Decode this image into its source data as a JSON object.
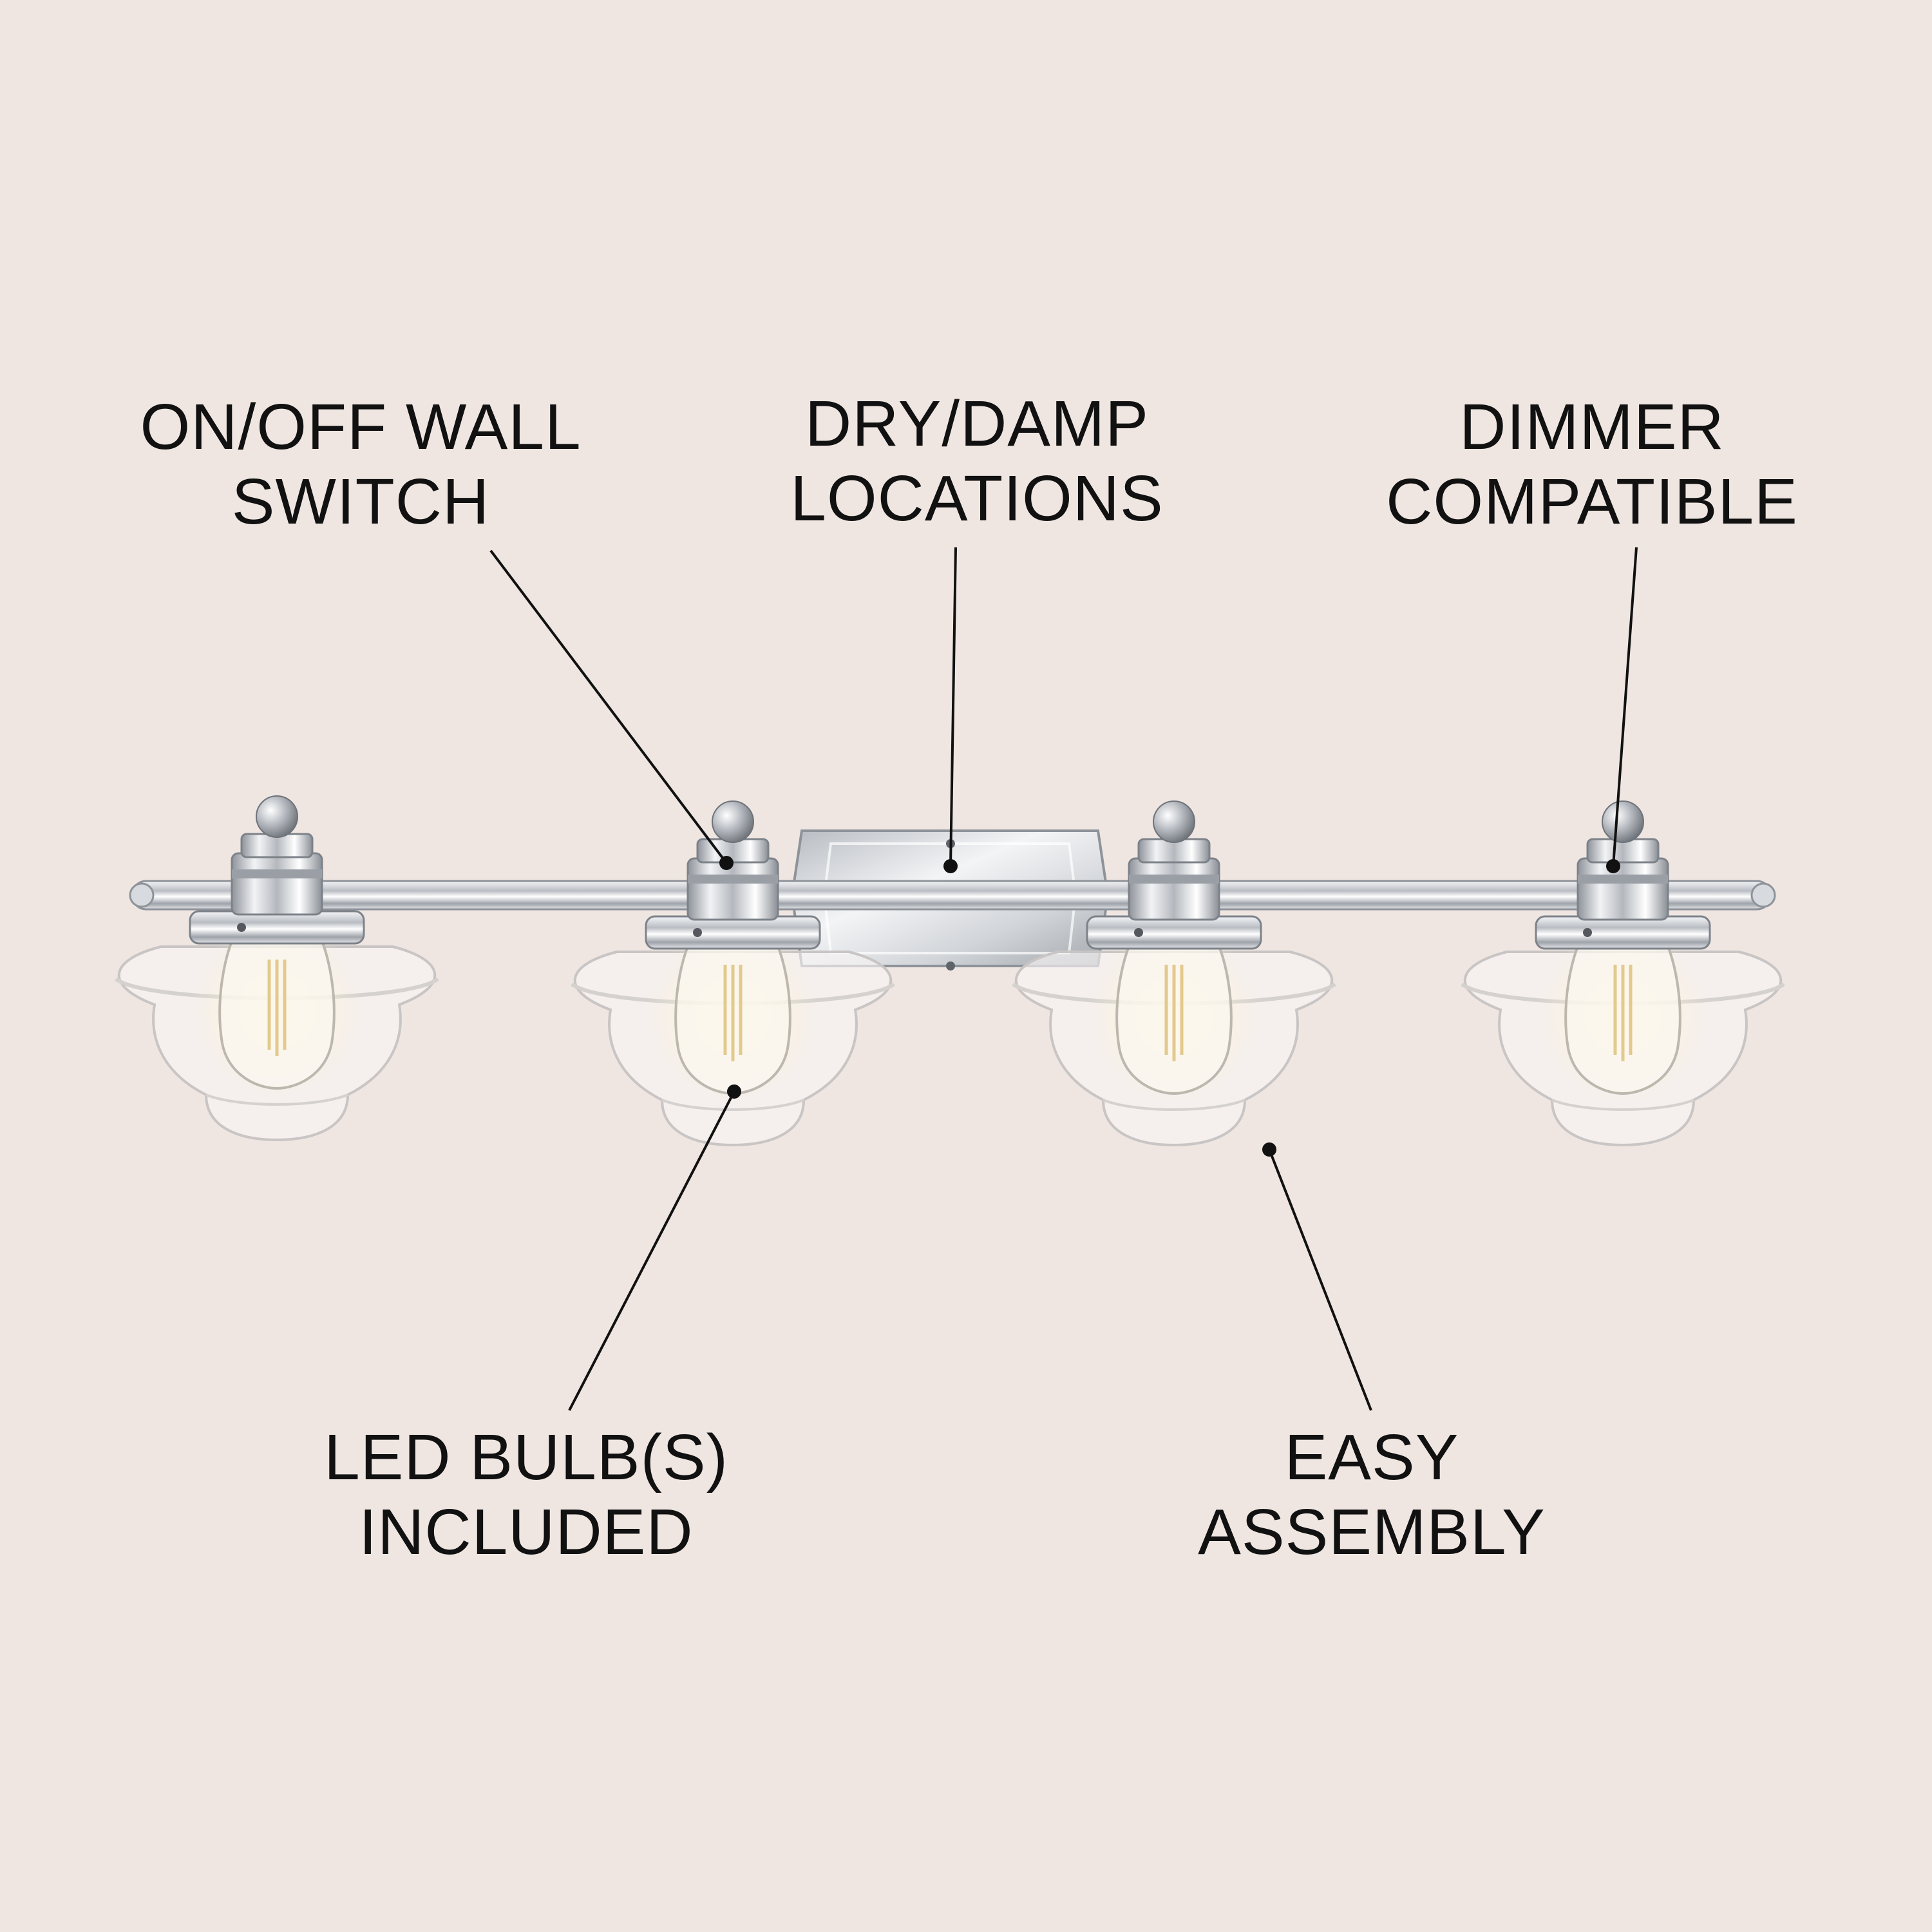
{
  "features": {
    "switch": {
      "line1": "ON/OFF WALL",
      "line2": "SWITCH"
    },
    "location": {
      "line1": "DRY/DAMP",
      "line2": "LOCATIONS"
    },
    "dimmer": {
      "line1": "DIMMER",
      "line2": "COMPATIBLE"
    },
    "led": {
      "line1": "LED BULB(S)",
      "line2": "INCLUDED"
    },
    "assembly": {
      "line1": "EASY",
      "line2": "ASSEMBLY"
    }
  },
  "colors": {
    "background": "#EFE6E2",
    "text": "#111111",
    "chrome": "#C9CCD0",
    "glass": "#F6F4F3"
  },
  "product": {
    "lights_count": 4
  }
}
